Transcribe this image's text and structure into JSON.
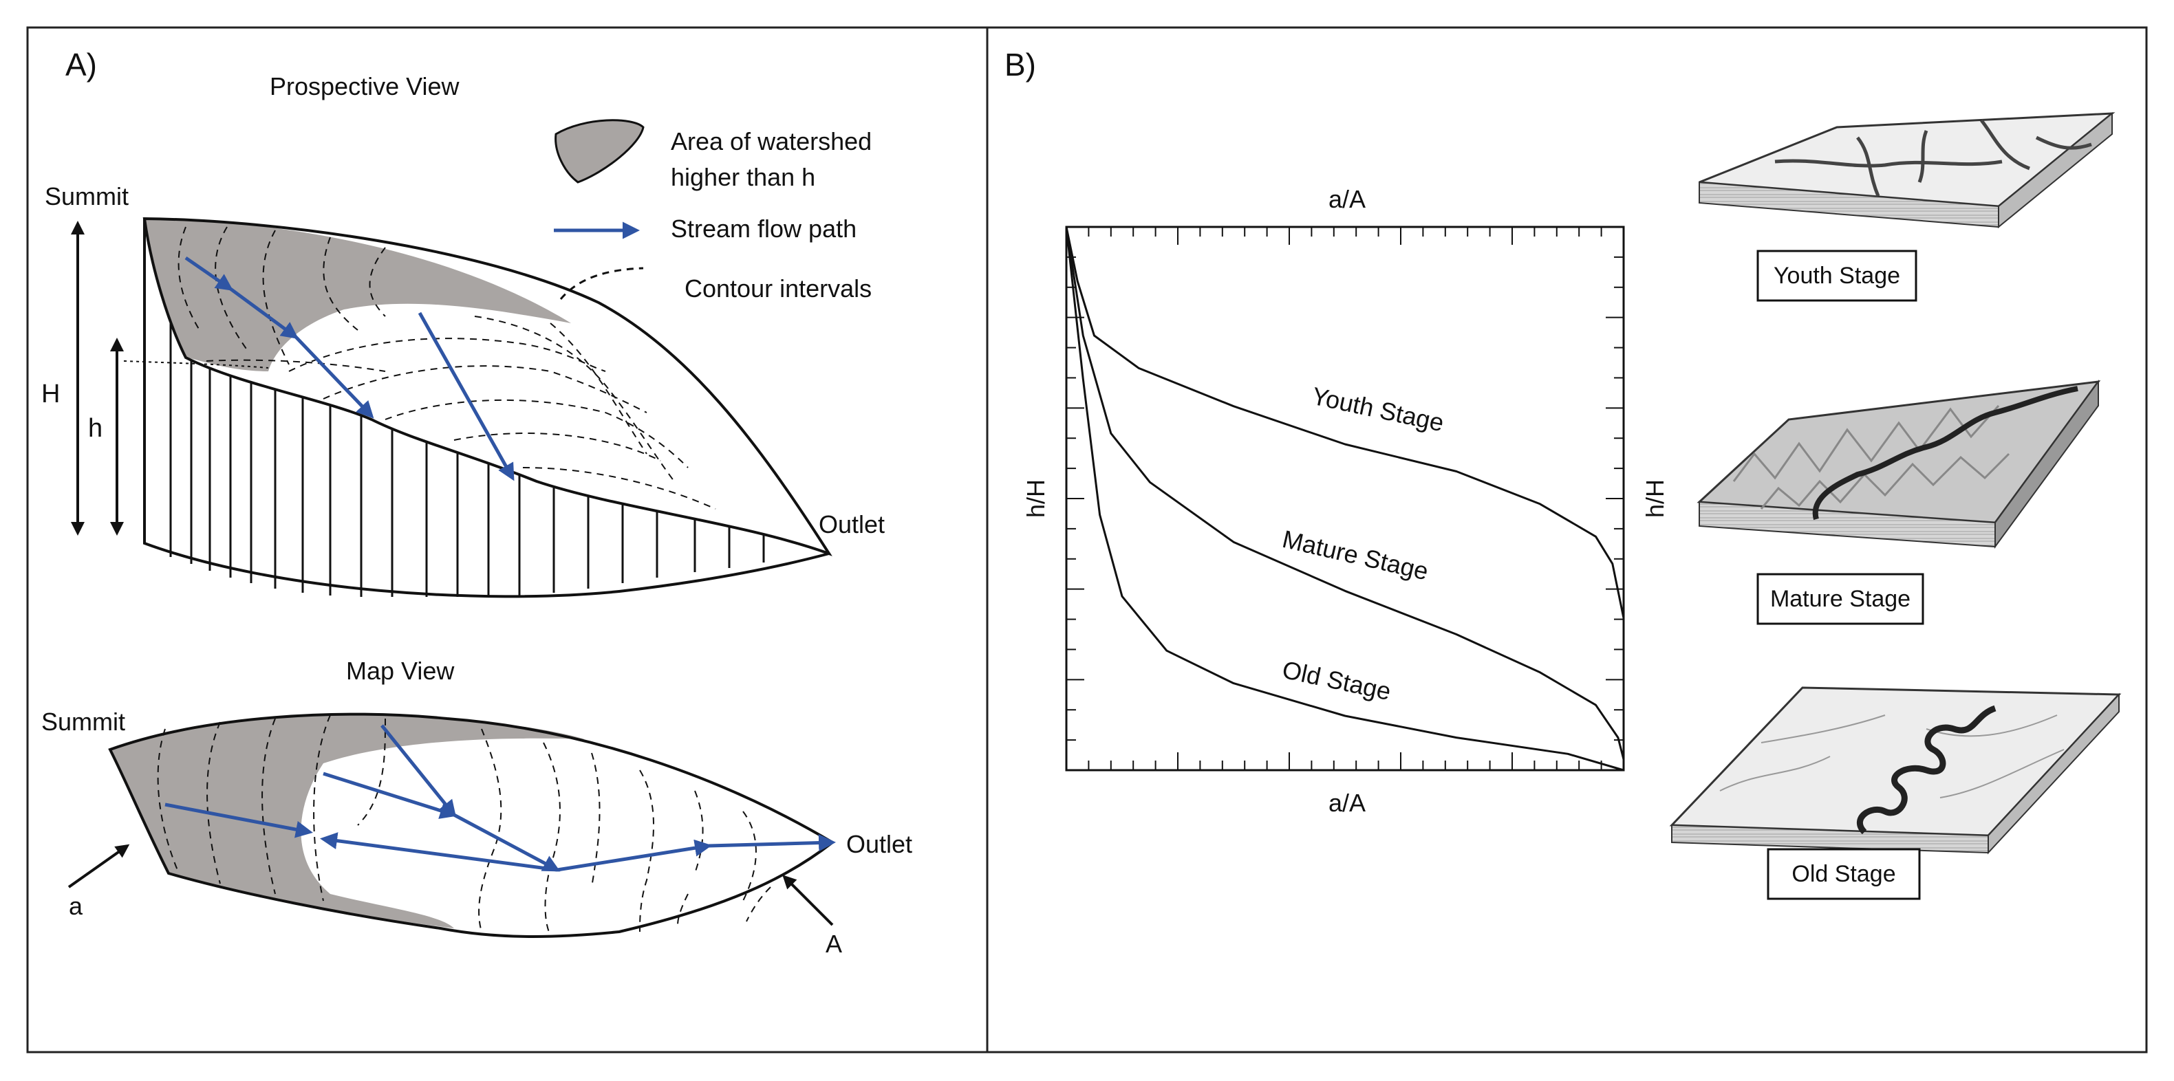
{
  "panel_a": {
    "label": "A)",
    "prospective": {
      "title": "Prospective View",
      "summit": "Summit",
      "H": "H",
      "h": "h",
      "outlet": "Outlet"
    },
    "legend": {
      "area": [
        "Area of watershed",
        "higher than h"
      ],
      "stream": "Stream flow path",
      "contour": "Contour intervals"
    },
    "map": {
      "title": "Map View",
      "summit": "Summit",
      "a": "a",
      "A": "A",
      "outlet": "Outlet"
    }
  },
  "panel_b": {
    "label": "B)",
    "x_label_top": "a/A",
    "x_label_bottom": "a/A",
    "y_label_left": "h/H",
    "y_label_right": "h/H",
    "curves": [
      "Youth Stage",
      "Mature Stage",
      "Old Stage"
    ],
    "stage_boxes": [
      "Youth Stage",
      "Mature Stage",
      "Old Stage"
    ]
  },
  "colors": {
    "watershed_fill": "#a9a5a3",
    "stream": "#2f55a4",
    "line": "#111111",
    "terrain": "#cfcfcf"
  },
  "chart_data": {
    "type": "line",
    "xlabel": "a/A",
    "ylabel": "h/H",
    "xlim": [
      0,
      1
    ],
    "ylim": [
      0,
      1
    ],
    "series": [
      {
        "name": "Youth Stage",
        "x": [
          0,
          0.02,
          0.05,
          0.13,
          0.3,
          0.5,
          0.7,
          0.85,
          0.95,
          0.98,
          1.0
        ],
        "y": [
          1.0,
          0.9,
          0.8,
          0.74,
          0.67,
          0.6,
          0.55,
          0.49,
          0.43,
          0.38,
          0.28
        ]
      },
      {
        "name": "Mature Stage",
        "x": [
          0,
          0.03,
          0.08,
          0.15,
          0.3,
          0.5,
          0.7,
          0.85,
          0.95,
          0.99,
          1.0
        ],
        "y": [
          1.0,
          0.8,
          0.62,
          0.53,
          0.42,
          0.33,
          0.25,
          0.18,
          0.12,
          0.06,
          0.02
        ]
      },
      {
        "name": "Old Stage",
        "x": [
          0,
          0.03,
          0.06,
          0.1,
          0.18,
          0.3,
          0.5,
          0.7,
          0.9,
          1.0
        ],
        "y": [
          1.0,
          0.72,
          0.47,
          0.32,
          0.22,
          0.16,
          0.1,
          0.06,
          0.03,
          0.0
        ]
      }
    ]
  }
}
